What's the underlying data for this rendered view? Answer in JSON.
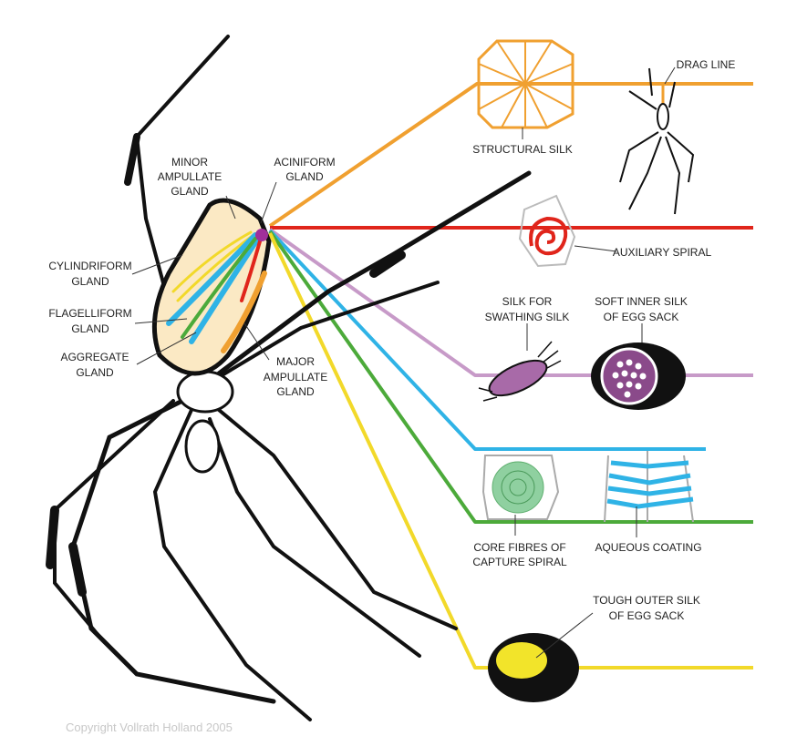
{
  "colors": {
    "orange": "#f0a030",
    "red": "#e0251b",
    "purple": "#c79ac8",
    "blue": "#2fb3e6",
    "green": "#4caa3a",
    "yellow": "#f2d92a"
  },
  "glands": {
    "minor_ampullate": [
      "MINOR",
      "AMPULLATE",
      "GLAND"
    ],
    "aciniform": [
      "ACINIFORM",
      "GLAND"
    ],
    "cylindriform": [
      "CYLINDRIFORM",
      "GLAND"
    ],
    "flagelliform": [
      "FLAGELLIFORM",
      "GLAND"
    ],
    "aggregate": [
      "AGGREGATE",
      "GLAND"
    ],
    "major_ampullate": [
      "MAJOR",
      "AMPULLATE",
      "GLAND"
    ]
  },
  "silks": {
    "structural": "STRUCTURAL SILK",
    "drag_line": "DRAG LINE",
    "auxiliary_spiral": "AUXILIARY SPIRAL",
    "swathing": [
      "SILK FOR",
      "SWATHING SILK"
    ],
    "soft_inner": [
      "SOFT INNER SILK",
      "OF EGG SACK"
    ],
    "core_fibres": [
      "CORE FIBRES OF",
      "CAPTURE SPIRAL"
    ],
    "aqueous": "AQUEOUS COATING",
    "tough_outer": [
      "TOUGH OUTER SILK",
      "OF EGG SACK"
    ]
  },
  "copyright": "Copyright Vollrath Holland 2005"
}
